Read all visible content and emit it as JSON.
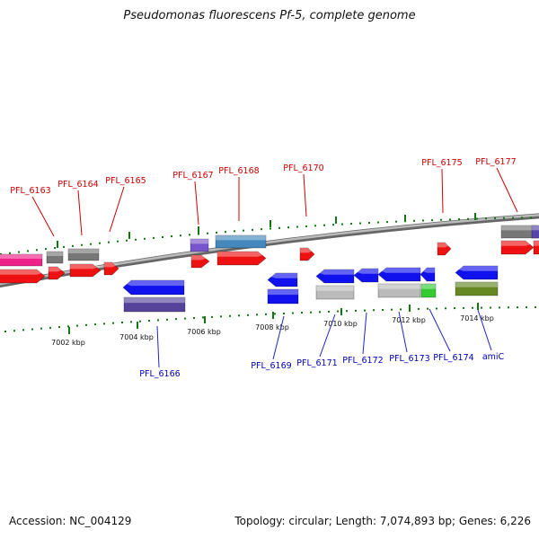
{
  "title": "Pseudomonas fluorescens Pf-5, complete genome",
  "footer": {
    "accession": "Accession: NC_004129",
    "summary": "Topology: circular; Length: 7,074,893 bp; Genes: 6,226"
  },
  "colors": {
    "forward_gene": "#ee1111",
    "reverse_gene": "#1111ee",
    "top_label": "#cc0000",
    "bottom_label": "#0000bb",
    "tick_green": "#117711",
    "backbone": "#888888"
  },
  "tick_labels": [
    "7002 kbp",
    "7004 kbp",
    "7006 kbp",
    "7008 kbp",
    "7010 kbp",
    "7012 kbp",
    "7014 kbp"
  ],
  "top_genes": [
    "PFL_6163",
    "PFL_6164",
    "PFL_6165",
    "PFL_6167",
    "PFL_6168",
    "PFL_6170",
    "PFL_6175",
    "PFL_6177"
  ],
  "bottom_genes": [
    "PFL_6166",
    "PFL_6169",
    "PFL_6171",
    "PFL_6172",
    "PFL_6173",
    "PFL_6174",
    "amiC"
  ]
}
